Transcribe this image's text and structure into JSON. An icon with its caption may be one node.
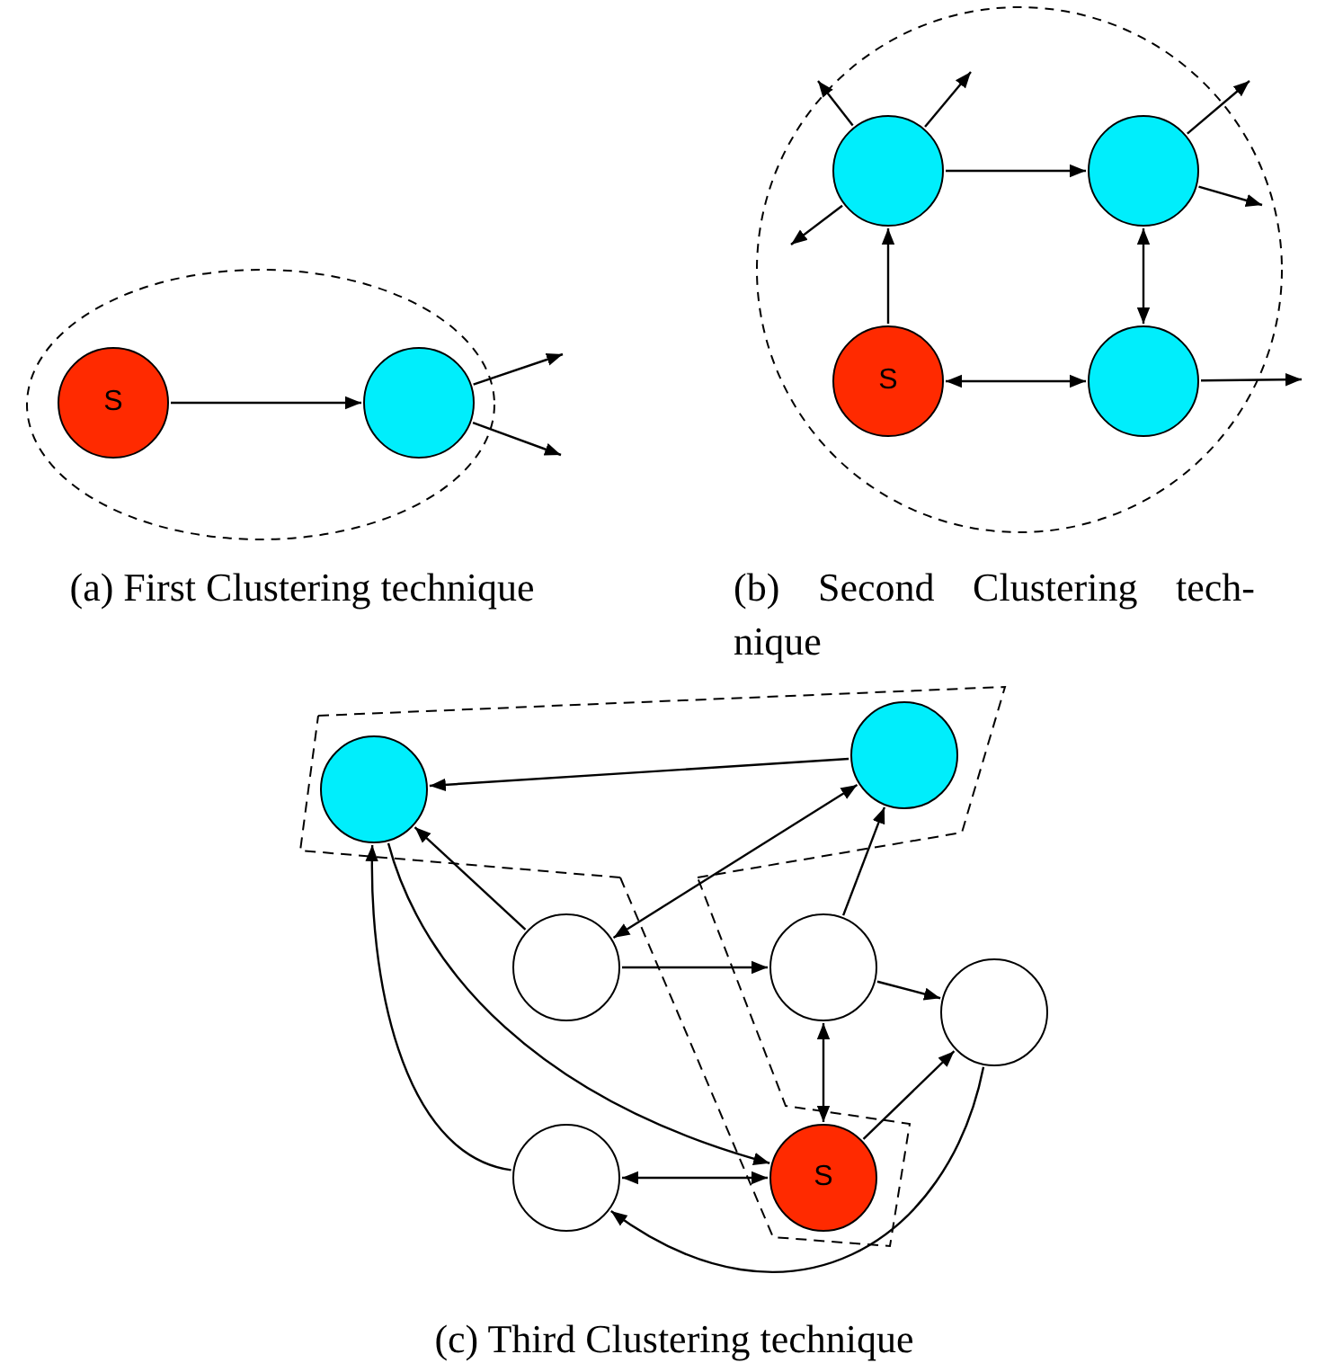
{
  "diagram": {
    "nodes": [
      {
        "text": [
          "S"
        ]
      },
      {
        "text": [],
        "shape": "circle"
      },
      {
        "text": [],
        "shape": "circle"
      },
      {
        "text": [],
        "shape": "circle"
      },
      {
        "text": [
          "S"
        ]
      },
      {
        "text": [],
        "shape": "circle"
      },
      {
        "text": [],
        "shape": "circle"
      },
      {
        "text": [],
        "shape": "circle"
      },
      {
        "text": [],
        "shape": "circle"
      },
      {
        "text": [],
        "shape": "circle"
      },
      {
        "text": [],
        "shape": "circle"
      },
      {
        "text": [],
        "shape": "circle"
      },
      {
        "text": [
          "S"
        ]
      }
    ],
    "edges": [
      {
        "from": 0,
        "to": 1,
        "arrow": "to"
      },
      {
        "from": 1,
        "to": null,
        "arrow": "to"
      },
      {
        "from": 1,
        "to": null,
        "arrow": "to"
      },
      {
        "from": 2,
        "to": null,
        "arrow": "to"
      },
      {
        "from": 2,
        "to": null,
        "arrow": "to"
      },
      {
        "from": 2,
        "to": null,
        "arrow": "to"
      },
      {
        "from": 2,
        "to": 3,
        "arrow": "to"
      },
      {
        "from": 4,
        "to": 2,
        "arrow": "to"
      },
      {
        "from": 3,
        "to": 5,
        "arrow": "both"
      },
      {
        "from": 4,
        "to": 5,
        "arrow": "both"
      },
      {
        "from": 3,
        "to": null,
        "arrow": "to"
      },
      {
        "from": 3,
        "to": null,
        "arrow": "to"
      },
      {
        "from": 5,
        "to": null,
        "arrow": "to"
      },
      {
        "from": 7,
        "to": 6,
        "arrow": "to"
      },
      {
        "from": 8,
        "to": 6,
        "arrow": "to"
      },
      {
        "from": 8,
        "to": 7,
        "arrow": "both"
      },
      {
        "from": 8,
        "to": 9,
        "arrow": "to"
      },
      {
        "from": 9,
        "to": 7,
        "arrow": "to"
      },
      {
        "from": 9,
        "to": 10,
        "arrow": "to"
      },
      {
        "from": 9,
        "to": 12,
        "arrow": "both"
      },
      {
        "from": 12,
        "to": 10,
        "arrow": "to"
      },
      {
        "from": 11,
        "to": 12,
        "arrow": "both"
      },
      {
        "from": 6,
        "to": 12,
        "arrow": "to"
      },
      {
        "from": 11,
        "to": 6,
        "arrow": "to"
      },
      {
        "from": 10,
        "to": 11,
        "arrow": "to"
      }
    ],
    "labels": [
      "(a) First Clustering technique",
      "(b) Second Clustering tech- nique",
      "(c) Third Clustering technique"
    ]
  }
}
